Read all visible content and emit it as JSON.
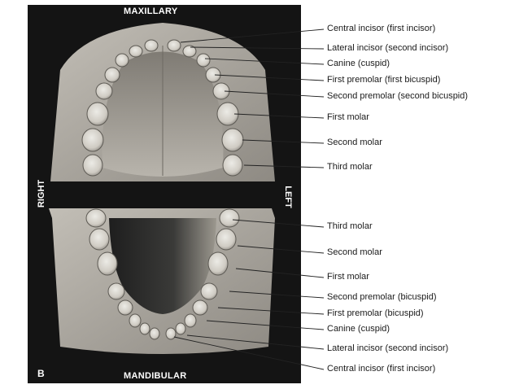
{
  "figure": {
    "panel_letter": "B",
    "upper_arch_label": "MAXILLARY",
    "lower_arch_label": "MANDIBULAR",
    "right_side_label": "RIGHT",
    "left_side_label": "LEFT"
  },
  "maxillary_labels": [
    "Central incisor (first incisor)",
    "Lateral incisor (second incisor)",
    "Canine (cuspid)",
    "First premolar (first bicuspid)",
    "Second premolar (second bicuspid)",
    "First molar",
    "Second molar",
    "Third molar"
  ],
  "mandibular_labels": [
    "Third molar",
    "Second molar",
    "First molar",
    "Second premolar (bicuspid)",
    "First premolar (bicuspid)",
    "Canine (cuspid)",
    "Lateral incisor (second incisor)",
    "Central incisor (first incisor)"
  ],
  "colors": {
    "background": "#ffffff",
    "photo_background": "#141414",
    "cast_base": "#a9a59d",
    "tooth": "#d6d3cc",
    "leader_line": "#222222"
  }
}
